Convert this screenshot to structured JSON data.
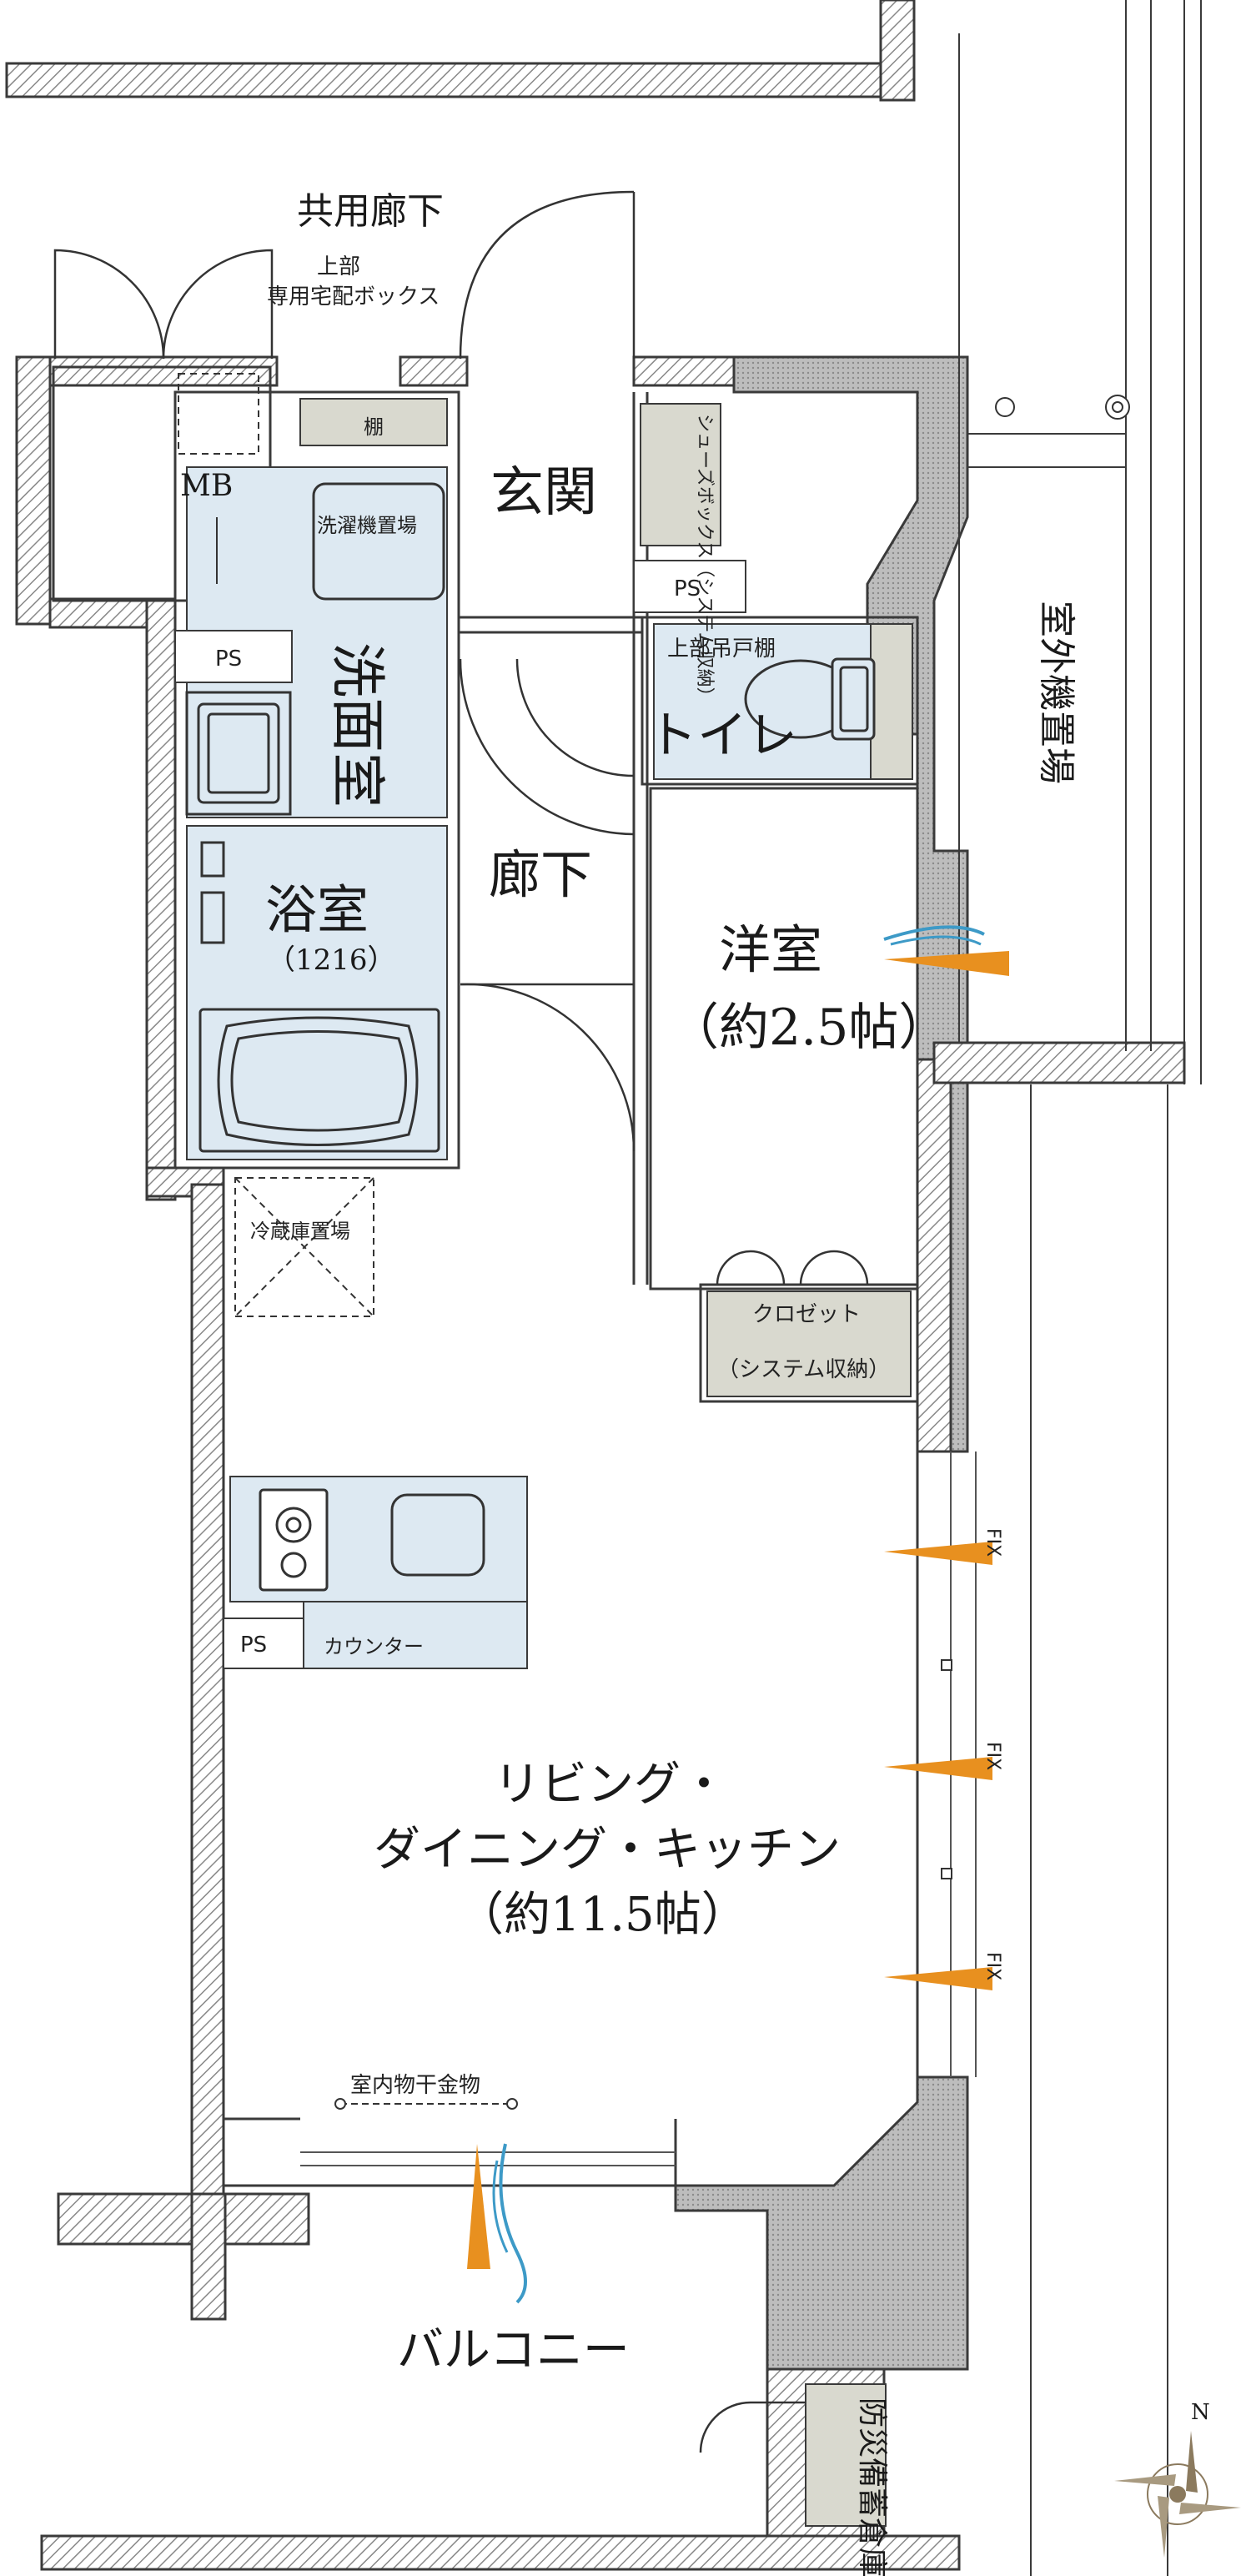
{
  "colors": {
    "wet_area": "#dde9f2",
    "storage": "#d9d9cf",
    "wall_outline": "#3a3a3a",
    "shaft": "#cfcfcf",
    "wind_orange": "#e8901f",
    "wind_blue": "#3d9ac7"
  },
  "labels": {
    "corridor": "共用廊下",
    "upper_part": "上部",
    "delivery_box": "専用宅配ボックス",
    "mb": "MB",
    "shelf": "棚",
    "washer": "洗濯機置場",
    "entrance": "玄関",
    "shoe_box": "シューズボックス（システム収納）",
    "ps_top": "PS",
    "ps_left": "PS",
    "ps_kitchen": "PS",
    "upper_cabinet": "上部吊戸棚",
    "toilet": "トイレ",
    "washroom": "洗面室",
    "bathroom": "浴室",
    "bath_size": "（1216）",
    "hallway": "廊下",
    "western_room": "洋室",
    "western_room_size": "（約2.5帖）",
    "outdoor_unit": "室外機置場",
    "fridge": "冷蔵庫置場",
    "closet_1": "クロゼット",
    "closet_2": "（システム収納）",
    "counter": "カウンター",
    "ldk_1": "リビング・",
    "ldk_2": "ダイニング・キッチン",
    "ldk_size": "（約11.5帖）",
    "fix": "FIX",
    "drying_rack": "室内物干金物",
    "balcony": "バルコニー",
    "disaster_storage": "防災備蓄倉庫",
    "north": "N"
  },
  "icons": [
    "compass-rose-icon",
    "stove-icon",
    "sink-icon",
    "toilet-icon",
    "bathtub-icon",
    "washbasin-icon",
    "breeze-arrow-icon"
  ]
}
